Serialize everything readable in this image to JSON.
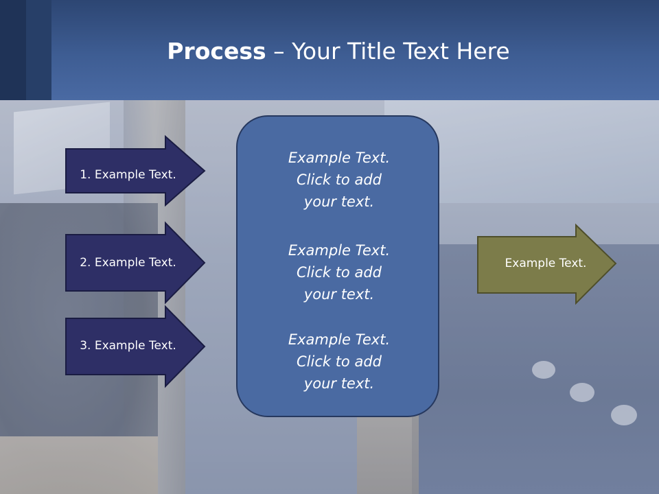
{
  "title": {
    "bold": "Process",
    "rest": " – Your Title Text Here"
  },
  "inputs": [
    {
      "label": "1. Example Text."
    },
    {
      "label": "2. Example Text."
    },
    {
      "label": "3. Example Text."
    }
  ],
  "center": {
    "blocks": [
      {
        "line1": "Example Text.",
        "line2": "Click  to add",
        "line3": "your text."
      },
      {
        "line1": "Example Text.",
        "line2": "Click  to add",
        "line3": "your text."
      },
      {
        "line1": "Example Text.",
        "line2": "Click  to add",
        "line3": "your text."
      }
    ]
  },
  "output": {
    "label": "Example Text."
  },
  "colors": {
    "input_arrow_fill": "#2e2f66",
    "input_arrow_stroke": "#1a1c42",
    "center_fill": "#4a6aa2",
    "output_arrow_fill": "#7c7c4a",
    "output_arrow_stroke": "#4e4e2a",
    "header": "#3e5d93"
  }
}
